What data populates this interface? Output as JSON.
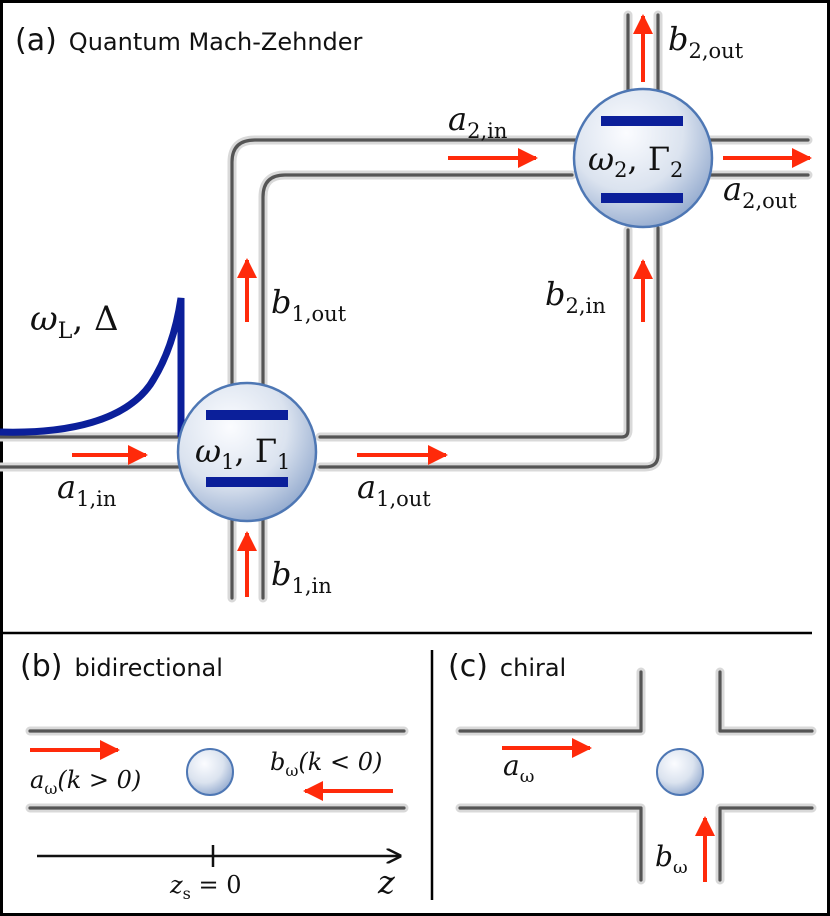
{
  "panels": {
    "a": {
      "tag": "(a)",
      "title": "Quantum Mach-Zehnder"
    },
    "b": {
      "tag": "(b)",
      "title": "bidirectional"
    },
    "c": {
      "tag": "(c)",
      "title": "chiral"
    }
  },
  "labels": {
    "a1_in": {
      "sym": "a",
      "sub": "1,in"
    },
    "a1_out": {
      "sym": "a",
      "sub": "1,out"
    },
    "b1_in": {
      "sym": "b",
      "sub": "1,in"
    },
    "b1_out": {
      "sym": "b",
      "sub": "1,out"
    },
    "a2_in": {
      "sym": "a",
      "sub": "2,in"
    },
    "a2_out": {
      "sym": "a",
      "sub": "2,out"
    },
    "b2_in": {
      "sym": "b",
      "sub": "2,in"
    },
    "b2_out": {
      "sym": "b",
      "sub": "2,out"
    },
    "emitter1": {
      "omega": "ω",
      "omega_sub": "1",
      "sep": ", ",
      "gamma": "Γ",
      "gamma_sub": "1"
    },
    "emitter2": {
      "omega": "ω",
      "omega_sub": "2",
      "sep": ", ",
      "gamma": "Γ",
      "gamma_sub": "2"
    },
    "laser": {
      "omega": "ω",
      "omega_sub": "L",
      "rest": ", Δ"
    },
    "bidir_left": {
      "sym": "a",
      "sub": "ω",
      "rest": "(k > 0)"
    },
    "bidir_right": {
      "sym": "b",
      "sub": "ω",
      "rest": "(k < 0)"
    },
    "zs": {
      "sym": "z",
      "sub": "s",
      "rest": " = 0"
    },
    "z_axis": "z",
    "chiral_a": {
      "sym": "a",
      "sub": "ω"
    },
    "chiral_b": {
      "sym": "b",
      "sub": "ω"
    }
  },
  "colors": {
    "arrow": "#ff2a0a",
    "level_bar": "#0b1f9a",
    "laser_curve": "#0b1f9a",
    "waveguide": "#555555",
    "emitter_fill_light": "#f7f9fc",
    "emitter_fill_dark": "#9db3d3",
    "emitter_stroke": "#4e77b4"
  }
}
